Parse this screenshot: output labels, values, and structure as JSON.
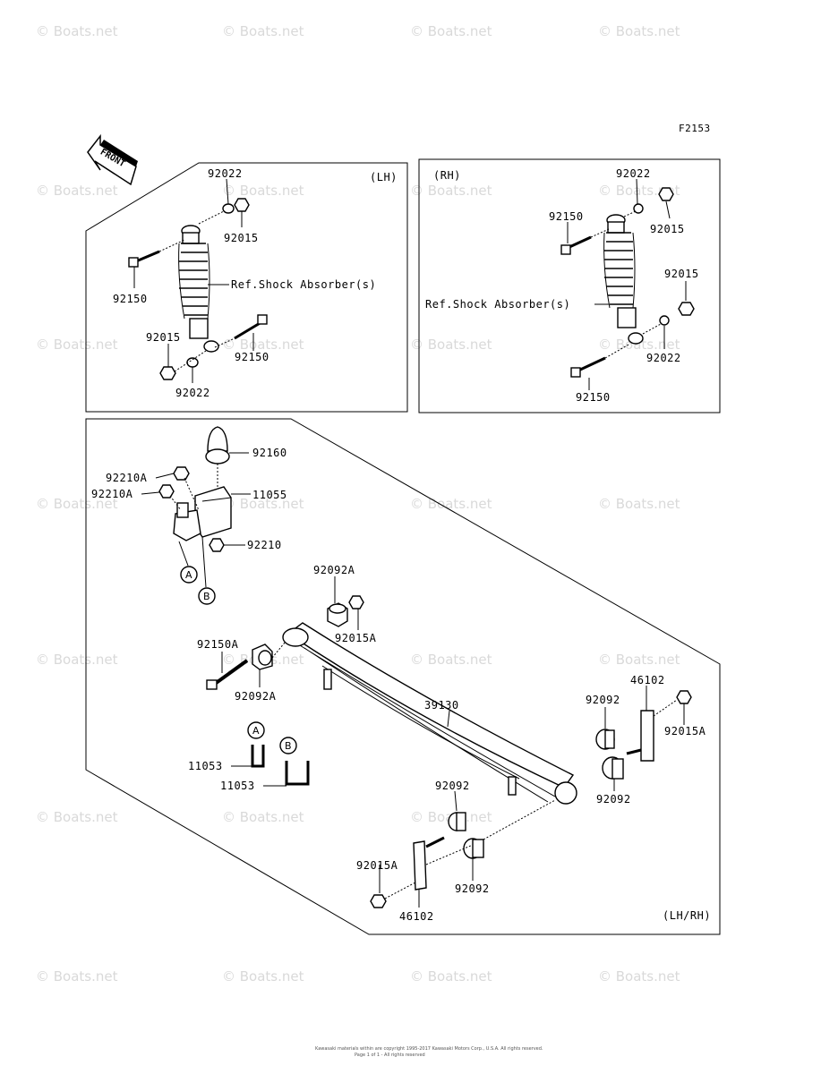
{
  "diagram_id": "F2153",
  "front_label": "FRONT",
  "watermark": "© Boats.net",
  "footer": {
    "line1": "Kawasaki materials within are copyright 1995-2017 Kawasaki Motors Corp., U.S.A. All rights reserved.",
    "line2": "Page 1 of 1 - All rights reserved"
  },
  "lh_panel": {
    "title": "(LH)",
    "ref": "Ref.Shock Absorber(s)",
    "labels": {
      "p92022_top": "92022",
      "p92015_top": "92015",
      "p92150_top": "92150",
      "p92015_bot": "92015",
      "p92150_bot": "92150",
      "p92022_bot": "92022"
    }
  },
  "rh_panel": {
    "title": "(RH)",
    "ref": "Ref.Shock Absorber(s)",
    "labels": {
      "p92022_top": "92022",
      "p92150_top": "92150",
      "p92015_top": "92015",
      "p92015_mid": "92015",
      "p92022_mid": "92022",
      "p92150_bot": "92150"
    }
  },
  "spring_panel": {
    "title": "(LH/RH)",
    "callout_a": "A",
    "callout_b": "B",
    "labels": {
      "p92160": "92160",
      "p92210A_1": "92210A",
      "p92210A_2": "92210A",
      "p11055": "11055",
      "p92210": "92210",
      "p92092A_top": "92092A",
      "p92015A_top": "92015A",
      "p92150A": "92150A",
      "p92092A_bot": "92092A",
      "p39130": "39130",
      "p46102_r": "46102",
      "p92092_r1": "92092",
      "p92015A_r": "92015A",
      "p92092_r2": "92092",
      "p11053_a": "11053",
      "p11053_b": "11053",
      "p92092_c": "92092",
      "p92015A_l": "92015A",
      "p92092_c2": "92092",
      "p46102_l": "46102"
    }
  }
}
